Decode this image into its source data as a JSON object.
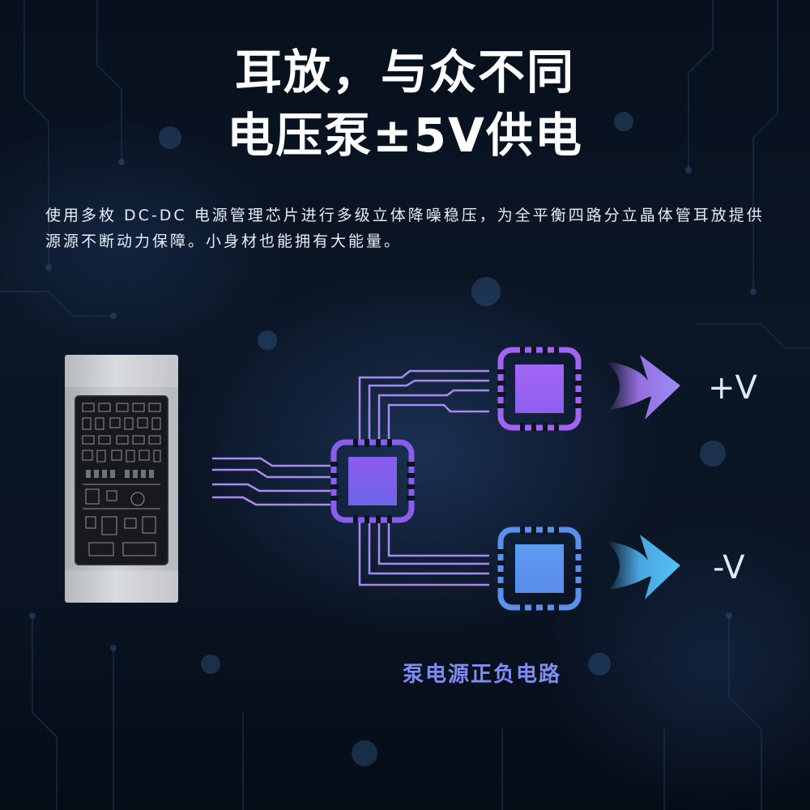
{
  "headline": {
    "line1": "耳放，与众不同",
    "line2": "电压泵±5V供电"
  },
  "description": "使用多枚 DC-DC 电源管理芯片进行多级立体降噪稳压，为全平衡四路分立晶体管耳放提供源源不断动力保障。小身材也能拥有大能量。",
  "outputs": {
    "positive": "+V",
    "negative": "-V"
  },
  "caption": "泵电源正负电路",
  "colors": {
    "background": "#0a1423",
    "chip_purple": "#a061f2",
    "chip_blue": "#5aa3f0",
    "trace_purple": "#a78ff0",
    "caption": "#7f8cf2"
  },
  "icons": [
    "chip-icon",
    "arrow-right-icon"
  ]
}
